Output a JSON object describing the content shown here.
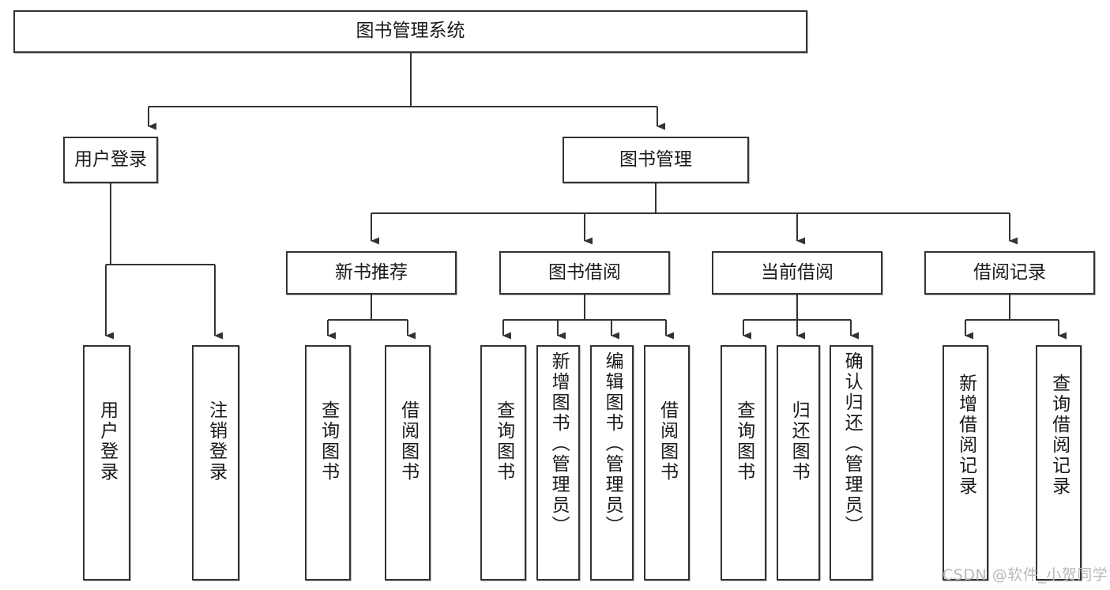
{
  "diagram": {
    "type": "tree-hierarchy-chart",
    "title": "图书管理系统",
    "orientation": "top-down",
    "background_color": "#ffffff",
    "line_color": "#333333",
    "box_border_color": "#333333",
    "text_color": "#1a1a1a"
  },
  "root": {
    "label": "图书管理系统"
  },
  "level1": [
    {
      "label": "用户登录"
    },
    {
      "label": "图书管理"
    }
  ],
  "level2": [
    {
      "label": "新书推荐"
    },
    {
      "label": "图书借阅"
    },
    {
      "label": "当前借阅"
    },
    {
      "label": "借阅记录"
    }
  ],
  "leaves": {
    "user_login": [
      {
        "label": "用户登录"
      },
      {
        "label": "注销登录"
      }
    ],
    "new_book_recommend": [
      {
        "label": "查询图书"
      },
      {
        "label": "借阅图书"
      }
    ],
    "book_borrow": [
      {
        "label": "查询图书"
      },
      {
        "label": "新增图书（管理员）"
      },
      {
        "label": "编辑图书（管理员）"
      },
      {
        "label": "借阅图书"
      }
    ],
    "current_borrow": [
      {
        "label": "查询图书"
      },
      {
        "label": "归还图书"
      },
      {
        "label": "确认归还（管理员）"
      }
    ],
    "borrow_records": [
      {
        "label": "新增借阅记录"
      },
      {
        "label": "查询借阅记录"
      }
    ]
  },
  "watermark": {
    "text": "CSDN @软件_小贺同学"
  }
}
